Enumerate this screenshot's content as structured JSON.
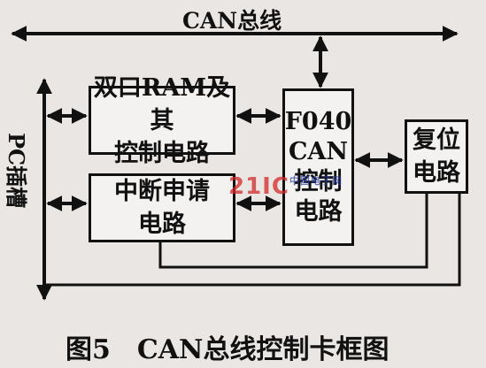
{
  "diagram": {
    "bus_label": "CAN总线",
    "pc_slot_label": "PC插槽",
    "blocks": {
      "dual_port_ram": "双口RAM及其\n控制电路",
      "interrupt_request": "中断申请\n电路",
      "can_controller": "F040\nCAN\n控制\n电路",
      "reset_circuit": "复位\n电路"
    },
    "caption": "图5　CAN总线控制卡框图",
    "watermark": "21IC",
    "watermark_sub": "中国电子网"
  }
}
